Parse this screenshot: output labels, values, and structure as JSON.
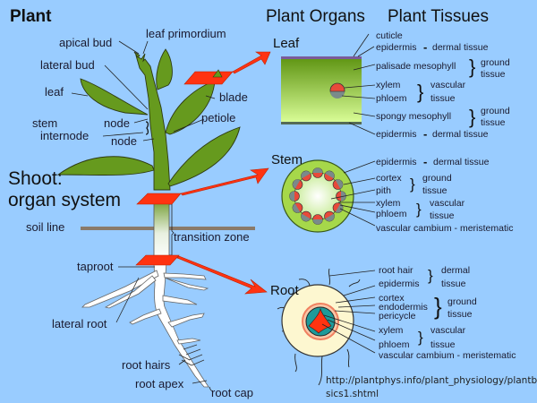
{
  "titles": {
    "plant": "Plant",
    "plant_organs": "Plant Organs",
    "plant_tissues": "Plant Tissues",
    "shoot_line1": "Shoot:",
    "shoot_line2": "organ system"
  },
  "plant_labels": {
    "apical_bud": "apical bud",
    "leaf_primordium": "leaf primordium",
    "lateral_bud": "lateral bud",
    "leaf": "leaf",
    "blade": "blade",
    "petiole": "petiole",
    "stem": "stem",
    "node_upper": "node",
    "internode": "internode",
    "node_lower": "node",
    "soil_line": "soil line",
    "transition_zone": "transition zone",
    "taproot": "taproot",
    "lateral_root": "lateral root",
    "root_hairs": "root hairs",
    "root_apex": "root apex",
    "root_cap": "root cap"
  },
  "organs": {
    "leaf": {
      "name": "Leaf",
      "labels": {
        "cuticle": "cuticle",
        "epidermis_top": "epidermis",
        "palisade": "palisade mesophyll",
        "xylem": "xylem",
        "phloem": "phloem",
        "spongy": "spongy mesophyll",
        "epidermis_bottom": "epidermis"
      },
      "tissues": {
        "dermal_top": "dermal tissue",
        "ground_1a": "ground",
        "ground_1b": "tissue",
        "vascular_a": "vascular",
        "vascular_b": "tissue",
        "ground_2a": "ground",
        "ground_2b": "tissue",
        "dermal_bottom": "dermal tissue"
      }
    },
    "stem": {
      "name": "Stem",
      "labels": {
        "epidermis": "epidermis",
        "cortex": "cortex",
        "pith": "pith",
        "xylem": "xylem",
        "phloem": "phloem",
        "vascular_cambium": "vascular cambium - meristematic"
      },
      "tissues": {
        "dermal": "dermal tissue",
        "ground_a": "ground",
        "ground_b": "tissue",
        "vascular_a": "vascular",
        "vascular_b": "tissue"
      }
    },
    "root": {
      "name": "Root",
      "labels": {
        "root_hair": "root hair",
        "epidermis": "epidermis",
        "cortex": "cortex",
        "endodermis": "endodermis",
        "pericycle": "pericycle",
        "xylem": "xylem",
        "phloem": "phloem",
        "vascular_cambium": "vascular cambium - meristematic"
      },
      "tissues": {
        "dermal_a": "dermal",
        "dermal_b": "tissue",
        "ground_a": "ground",
        "ground_b": "tissue",
        "vascular_a": "vascular",
        "vascular_b": "tissue"
      }
    }
  },
  "source_url_line1": "http://plantphys.info/plant_physiology/plantba",
  "source_url_line2": "sics1.shtml",
  "colors": {
    "background": "#99ccff",
    "plant_green": "#669a1e",
    "arrow_red": "#ff3311",
    "soil_line": "#8a7a6a",
    "xylem_red": "#e84a3a",
    "phloem_grey": "#7a8a8a",
    "root_cream": "#fdf7d0",
    "root_teal": "#1e9a9a"
  }
}
